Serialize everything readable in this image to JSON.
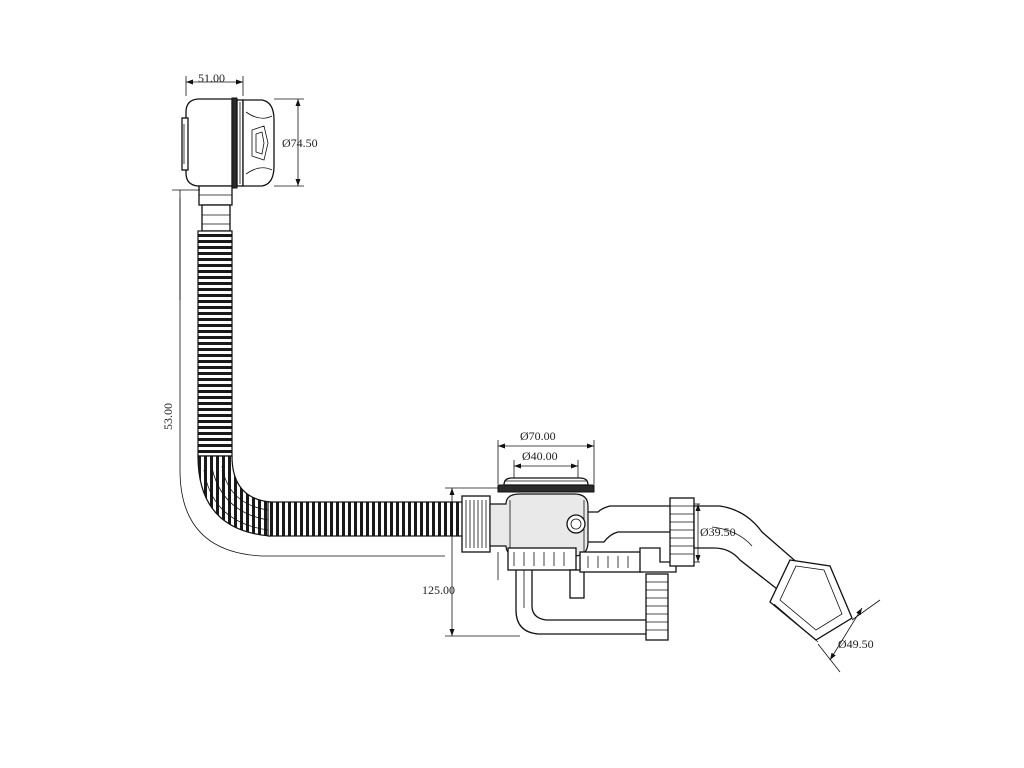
{
  "dimensions": {
    "width_top": "51.00",
    "diameter_top": "Ø74.50",
    "height_left": "53.00",
    "diameter_outer": "Ø70.00",
    "diameter_inner": "Ø40.00",
    "depth": "125.00",
    "diameter_mid": "Ø39.50",
    "diameter_outlet": "Ø49.50"
  }
}
